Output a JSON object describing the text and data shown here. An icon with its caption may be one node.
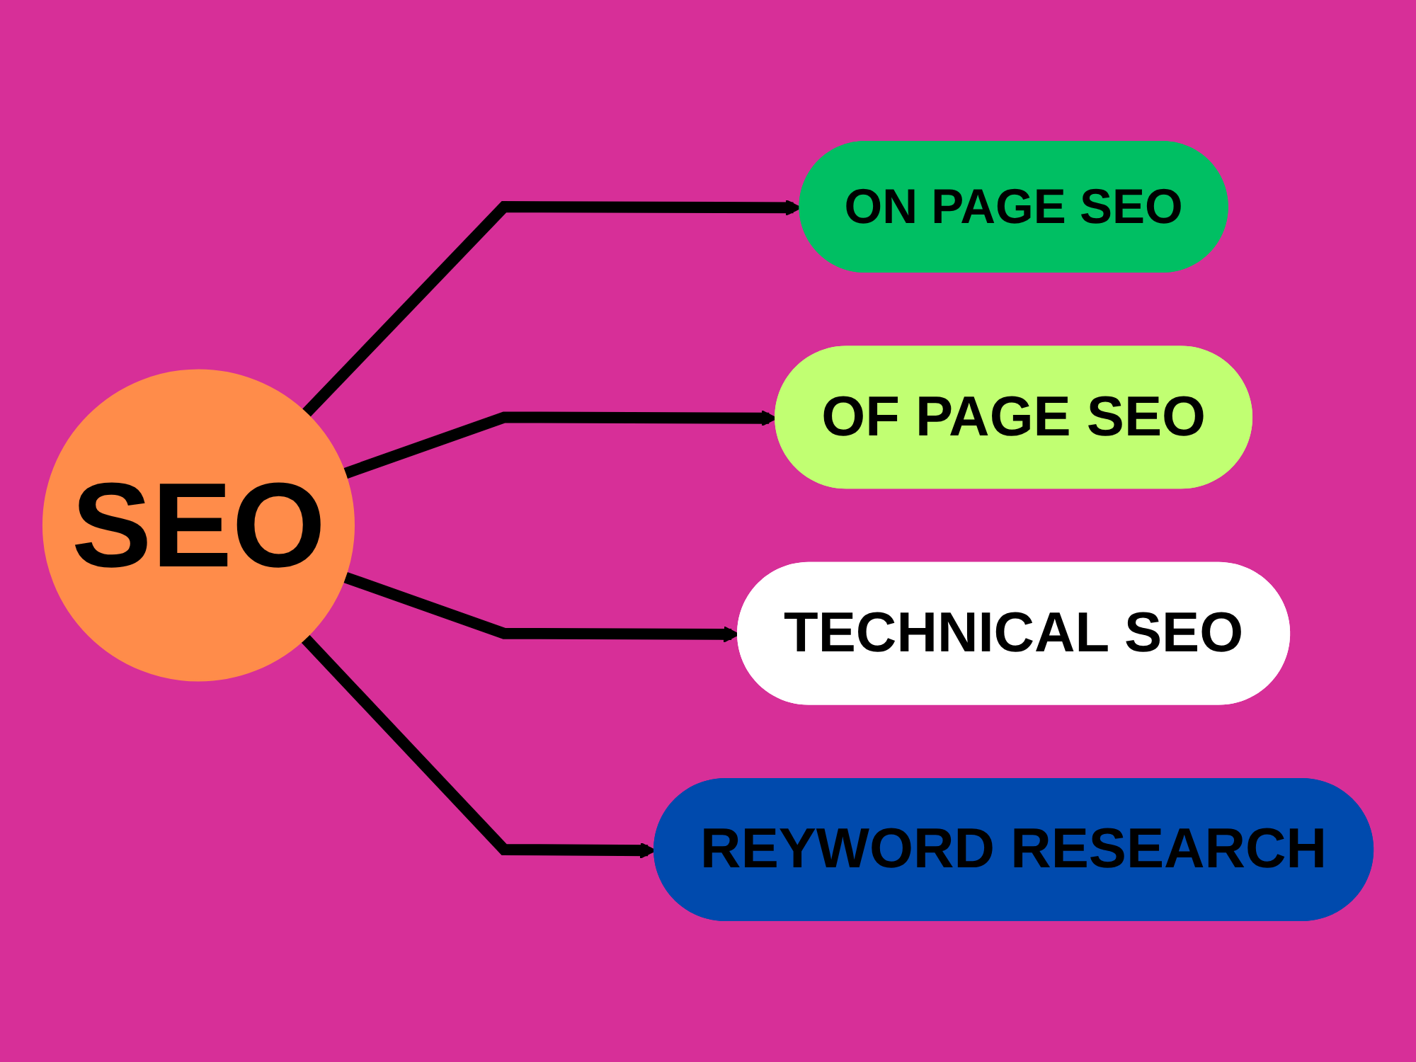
{
  "diagram": {
    "nodes": [
      {
        "text": [
          "SEO"
        ]
      },
      {
        "text": [
          "ON PAGE SEO"
        ]
      },
      {
        "text": [
          "OF PAGE SEO"
        ]
      },
      {
        "text": [
          "TECHNICAL SEO"
        ]
      },
      {
        "text": [
          "REYWORD RESEARCH"
        ]
      }
    ],
    "edges": [
      {
        "from": 0,
        "to": 1,
        "arrow": "to"
      },
      {
        "from": 0,
        "to": 2,
        "arrow": "to"
      },
      {
        "from": 0,
        "to": 3,
        "arrow": "to"
      },
      {
        "from": 0,
        "to": 4,
        "arrow": "to"
      }
    ]
  }
}
